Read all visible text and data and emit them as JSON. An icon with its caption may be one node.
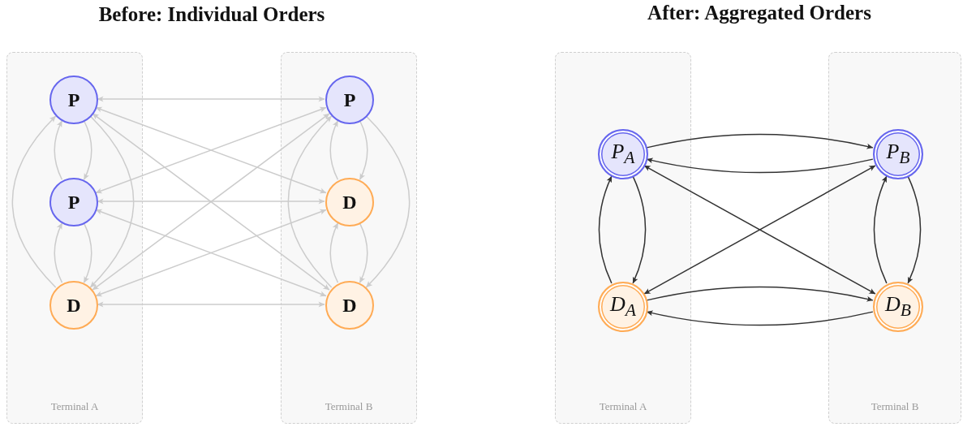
{
  "diagram": {
    "nodes": [
      {
        "text": [
          "Terminal A"
        ]
      },
      {
        "text": [
          "P"
        ],
        "in": 0
      },
      {
        "text": [
          "P"
        ],
        "in": 0
      },
      {
        "text": [
          "D"
        ],
        "in": 0
      },
      {
        "text": [
          "Terminal B"
        ]
      },
      {
        "text": [
          "P"
        ],
        "in": 4
      },
      {
        "text": [
          "D"
        ],
        "in": 4
      },
      {
        "text": [
          "D"
        ],
        "in": 4
      },
      {
        "text": [
          "Terminal A"
        ]
      },
      {
        "text": [
          "P$_{A}$"
        ],
        "in": 8
      },
      {
        "text": [
          "D$_{A}$"
        ],
        "in": 8
      },
      {
        "text": [
          "Terminal B"
        ]
      },
      {
        "text": [
          "P$_{B}$"
        ],
        "in": 11
      },
      {
        "text": [
          "D$_{B}$"
        ],
        "in": 11
      }
    ],
    "edges": [
      {
        "from": 2,
        "to": 1,
        "arrow": "to"
      },
      {
        "from": 1,
        "to": 2,
        "arrow": "to"
      },
      {
        "from": 3,
        "to": 2,
        "arrow": "to"
      },
      {
        "from": 2,
        "to": 3,
        "arrow": "to"
      },
      {
        "from": 3,
        "to": 1,
        "arrow": "to"
      },
      {
        "from": 1,
        "to": 3,
        "arrow": "to"
      },
      {
        "from": 1,
        "to": 5,
        "arrow": "both"
      },
      {
        "from": 1,
        "to": 6,
        "arrow": "both"
      },
      {
        "from": 1,
        "to": 7,
        "arrow": "both"
      },
      {
        "from": 2,
        "to": 5,
        "arrow": "both"
      },
      {
        "from": 2,
        "to": 6,
        "arrow": "both"
      },
      {
        "from": 2,
        "to": 7,
        "arrow": "both"
      },
      {
        "from": 3,
        "to": 5,
        "arrow": "both"
      },
      {
        "from": 3,
        "to": 6,
        "arrow": "both"
      },
      {
        "from": 3,
        "to": 7,
        "arrow": "both"
      },
      {
        "from": 6,
        "to": 5,
        "arrow": "to"
      },
      {
        "from": 5,
        "to": 6,
        "arrow": "to"
      },
      {
        "from": 7,
        "to": 6,
        "arrow": "to"
      },
      {
        "from": 6,
        "to": 7,
        "arrow": "to"
      },
      {
        "from": 7,
        "to": 5,
        "arrow": "to"
      },
      {
        "from": 5,
        "to": 7,
        "arrow": "to"
      },
      {
        "from": 9,
        "to": 12,
        "arrow": "to",
        "color": "#333333"
      },
      {
        "from": 12,
        "to": 9,
        "arrow": "to",
        "color": "#333333"
      },
      {
        "from": 10,
        "to": 13,
        "arrow": "to",
        "color": "#333333"
      },
      {
        "from": 13,
        "to": 10,
        "arrow": "to",
        "color": "#333333"
      },
      {
        "from": 9,
        "to": 13,
        "arrow": "both",
        "color": "#333333"
      },
      {
        "from": 12,
        "to": 10,
        "arrow": "both",
        "color": "#333333"
      },
      {
        "from": 10,
        "to": 9,
        "arrow": "to",
        "color": "#333333"
      },
      {
        "from": 9,
        "to": 10,
        "arrow": "to",
        "color": "#333333"
      },
      {
        "from": 13,
        "to": 12,
        "arrow": "to",
        "color": "#333333"
      },
      {
        "from": 12,
        "to": 13,
        "arrow": "to",
        "color": "#333333"
      }
    ],
    "labels": [
      "Before: Individual Orders",
      "After: Aggregated Orders"
    ]
  }
}
